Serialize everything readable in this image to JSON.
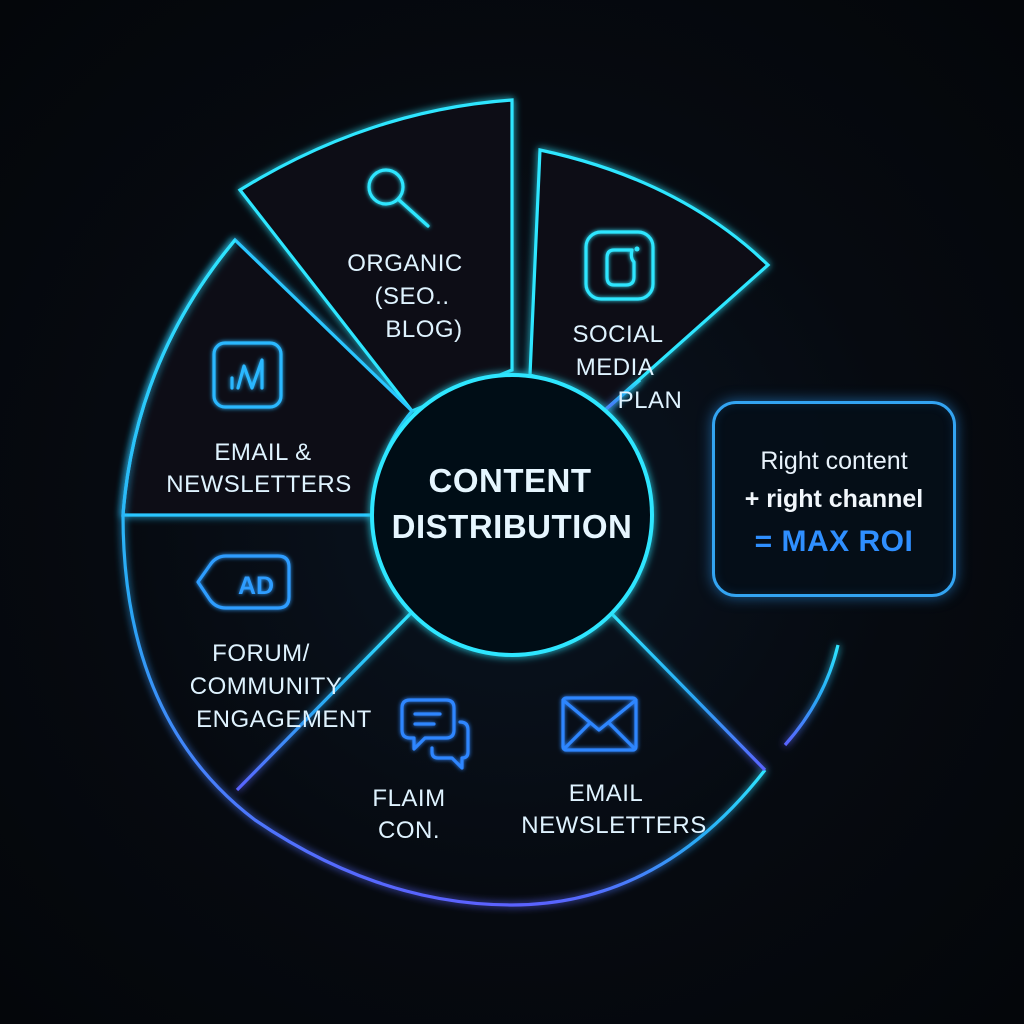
{
  "diagram": {
    "hub": {
      "line1": "CONTENT",
      "line2": "DISTRIBUTION"
    },
    "segments": [
      {
        "id": "organic",
        "icon": "search-icon",
        "lines": [
          "ORGANIC",
          "(SEO..",
          "BLOG)"
        ]
      },
      {
        "id": "social",
        "icon": "instagram-icon",
        "lines": [
          "SOCIAL",
          "MEDIA",
          "PLAN"
        ]
      },
      {
        "id": "email-top",
        "icon": "chart-icon",
        "lines": [
          "EMAIL &",
          "NEWSLETTERS"
        ]
      },
      {
        "id": "forum",
        "icon": "ad-icon",
        "icon_text": "AD",
        "lines": [
          "FORUM/",
          "COMMUNITY",
          "ENGAGEMENT"
        ]
      },
      {
        "id": "flaim",
        "icon": "chat-icon",
        "lines": [
          "FLAIM",
          "CON."
        ]
      },
      {
        "id": "email-bottom",
        "icon": "envelope-icon",
        "lines": [
          "EMAIL",
          "NEWSLETTERS"
        ]
      }
    ],
    "callout": {
      "line1": "Right content",
      "line2": "+ right channel",
      "line3": "= MAX ROI"
    },
    "colors": {
      "background": "#05080d",
      "ring_top": "#2ee6ff",
      "ring_bottom": "#5b62ff",
      "accent_blue": "#2f8fff",
      "label_text": "#dff3ff"
    }
  }
}
